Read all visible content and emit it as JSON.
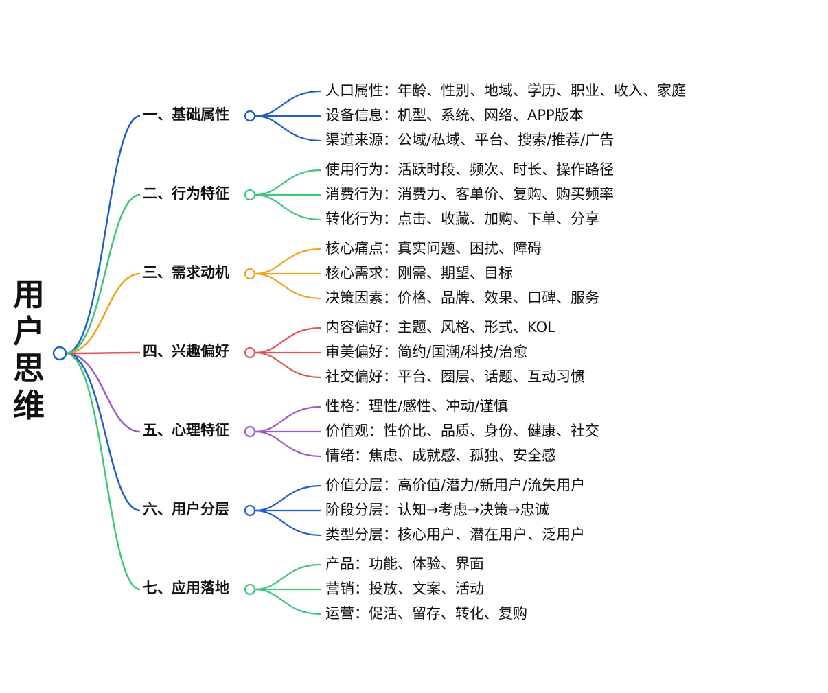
{
  "title": "用户思维",
  "colors": {
    "blue": "#1f5fc7",
    "green": "#3ec77a",
    "orange": "#f0a21b",
    "red": "#e05555",
    "purple": "#9a5ccf"
  },
  "branches": [
    {
      "label": "一、基础属性",
      "color": "#1f5fc7",
      "children": [
        "人口属性：年龄、性别、地域、学历、职业、收入、家庭",
        "设备信息：机型、系统、网络、APP版本",
        "渠道来源：公域/私域、平台、搜索/推荐/广告"
      ]
    },
    {
      "label": "二、行为特征",
      "color": "#3ec77a",
      "children": [
        "使用行为：活跃时段、频次、时长、操作路径",
        "消费行为：消费力、客单价、复购、购买频率",
        "转化行为：点击、收藏、加购、下单、分享"
      ]
    },
    {
      "label": "三、需求动机",
      "color": "#f0a21b",
      "children": [
        "核心痛点：真实问题、困扰、障碍",
        "核心需求：刚需、期望、目标",
        "决策因素：价格、品牌、效果、口碑、服务"
      ]
    },
    {
      "label": "四、兴趣偏好",
      "color": "#e05555",
      "children": [
        "内容偏好：主题、风格、形式、KOL",
        "审美偏好：简约/国潮/科技/治愈",
        "社交偏好：平台、圈层、话题、互动习惯"
      ]
    },
    {
      "label": "五、心理特征",
      "color": "#9a5ccf",
      "children": [
        "性格：理性/感性、冲动/谨慎",
        "价值观：性价比、品质、身份、健康、社交",
        "情绪：焦虑、成就感、孤独、安全感"
      ]
    },
    {
      "label": "六、用户分层",
      "color": "#1f5fc7",
      "children": [
        "价值分层：高价值/潜力/新用户/流失用户",
        "阶段分层：认知→考虑→决策→忠诚",
        "类型分层：核心用户、潜在用户、泛用户"
      ]
    },
    {
      "label": "七、应用落地",
      "color": "#3ec77a",
      "children": [
        "产品：功能、体验、界面",
        "营销：投放、文案、活动",
        "运营：促活、留存、转化、复购"
      ]
    }
  ]
}
